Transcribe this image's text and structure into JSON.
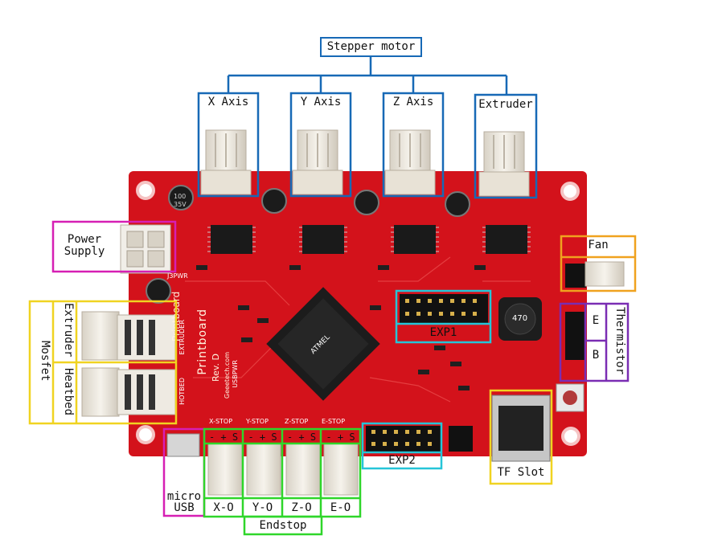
{
  "title": "Stepper motor",
  "axes": [
    {
      "label": "X Axis"
    },
    {
      "label": "Y Axis"
    },
    {
      "label": "Z Axis"
    },
    {
      "label": "Extruder"
    }
  ],
  "power_supply": {
    "line1": "Power",
    "line2": "Supply"
  },
  "mosfet": {
    "label": "Mosfet",
    "extruder": "Extruder",
    "heatbed": "Heatbed"
  },
  "fan": "Fan",
  "thermistor": {
    "label": "Thermistor",
    "e": "E",
    "b": "B"
  },
  "exp1": "EXP1",
  "exp2": "EXP2",
  "tf_slot": "TF Slot",
  "micro_usb": {
    "line1": "micro",
    "line2": "USB"
  },
  "endstop": {
    "label": "Endstop",
    "pins": "- + S",
    "items": [
      {
        "name": "X-O",
        "silk": "X-STOP"
      },
      {
        "name": "Y-O",
        "silk": "Y-STOP"
      },
      {
        "name": "Z-O",
        "silk": "Z-STOP"
      },
      {
        "name": "E-O",
        "silk": "E-STOP"
      }
    ]
  },
  "board": {
    "name": "Printboard",
    "rev": "Rev. D",
    "site": "Geeetech.com",
    "extruder_silk": "EXTRUDER",
    "hotbed_silk": "HOTBED",
    "usbpwr": "USBPWR",
    "jxpwr": "J3PWR",
    "inductor": "470",
    "cap": "100",
    "cap_v": "35V",
    "mcu": "ATMEL"
  },
  "colors": {
    "pcb": "#d3121b",
    "blue_box": "#1769b6",
    "magenta_box": "#d61fb4",
    "yellow_box": "#f0d321",
    "orange_box": "#f0a21f",
    "purple_box": "#7a2db3",
    "cyan_box": "#26c5d8",
    "green_box": "#2fd62a"
  }
}
